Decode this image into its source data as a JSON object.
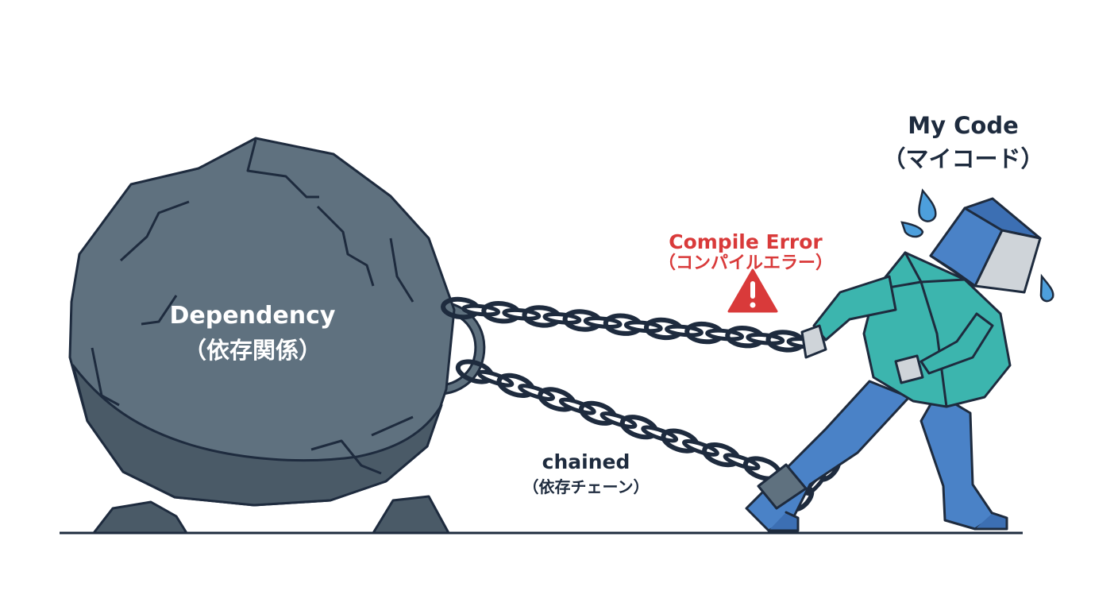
{
  "labels": {
    "dependency": "Dependency",
    "dependency_jp": "（依存関係）",
    "my_code": "My Code",
    "my_code_jp": "（マイコード）",
    "compile_error": "Compile Error",
    "compile_error_jp": "（コンパイルエラー）",
    "chained": "chained",
    "chained_jp": "（依存チェーン）"
  },
  "icons": {
    "warning": "warning-triangle-icon",
    "sweat": "sweat-drop-icon"
  },
  "colors": {
    "outline": "#1e2b3e",
    "rock": "#5f717f",
    "rock_shadow": "#4a5a67",
    "rock_dark": "#3d4a55",
    "teal": "#3cb5ae",
    "blue": "#4a82c7",
    "blue_dark": "#3c6fb3",
    "grey_cuff": "#cfd4d9",
    "error_red": "#d93a3a",
    "sweat_blue": "#4d9fdc"
  }
}
